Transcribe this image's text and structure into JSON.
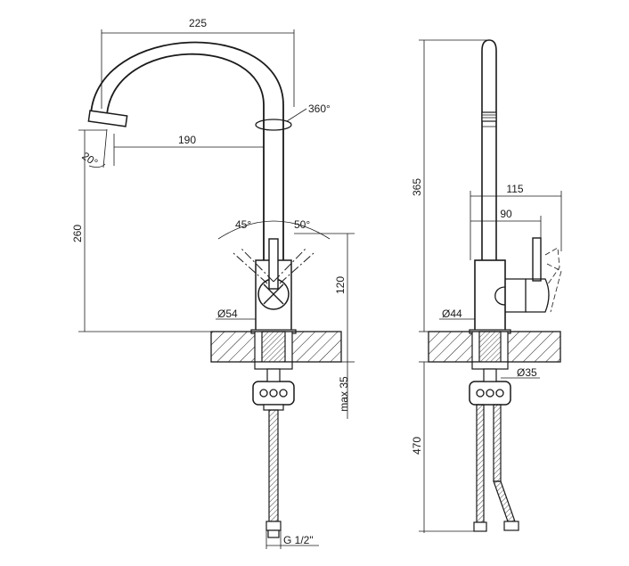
{
  "front_view": {
    "dim_spout_reach_total": "225",
    "dim_rotation": "360°",
    "dim_spout_reach": "190",
    "dim_spout_angle": "20°",
    "dim_height": "260",
    "dim_lever_left": "45°",
    "dim_lever_right": "50°",
    "dim_body_height": "120",
    "dim_base_diameter": "Ø54",
    "dim_max_thickness": "max 35",
    "dim_hose_thread": "G 1/2\""
  },
  "side_view": {
    "dim_total_height": "365",
    "dim_reach_115": "115",
    "dim_reach_90": "90",
    "dim_base_diameter": "Ø44",
    "dim_hole_diameter": "Ø35",
    "dim_hose_length": "470"
  }
}
